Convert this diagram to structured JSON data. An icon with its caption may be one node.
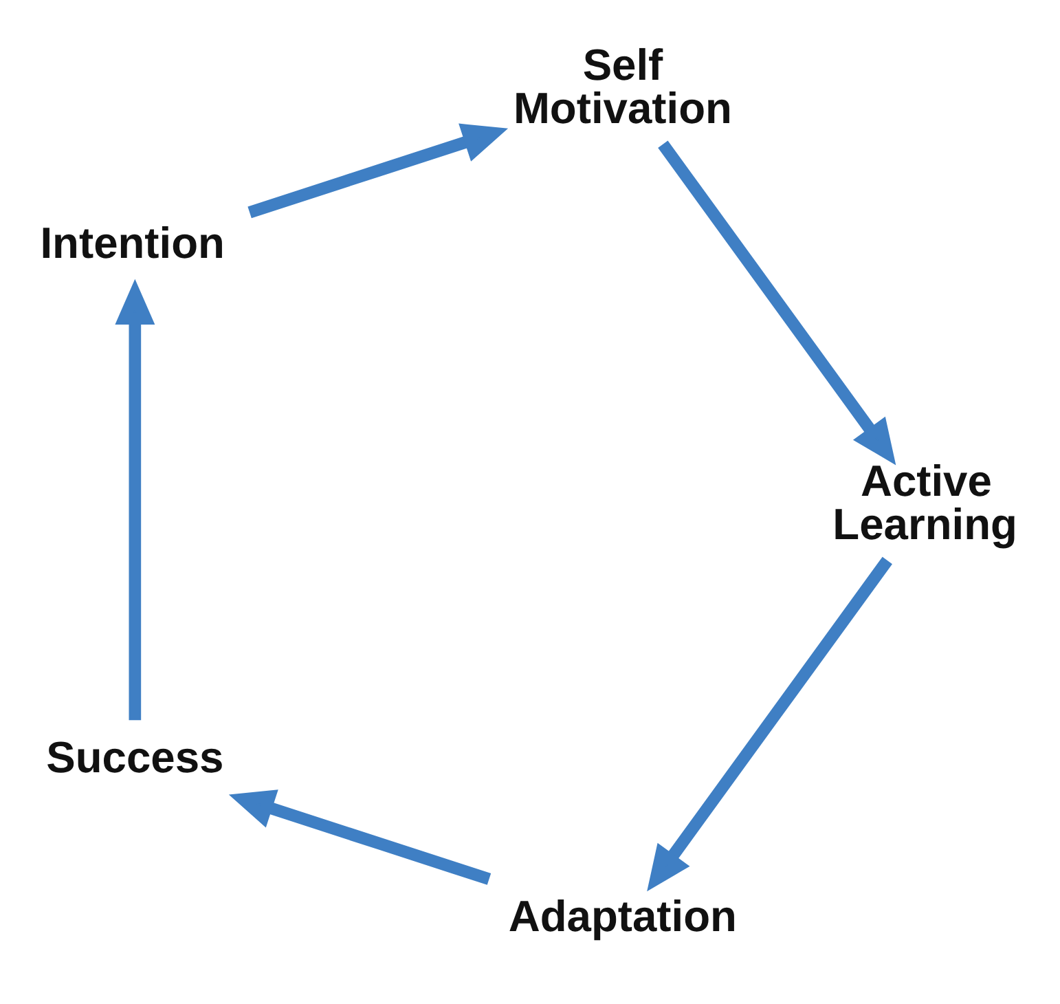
{
  "diagram": {
    "nodes": [
      {
        "text": [
          "Adaptation"
        ]
      },
      {
        "text": [
          "Success"
        ]
      },
      {
        "text": [
          "Intention"
        ]
      },
      {
        "text": [
          "Self Motivation"
        ]
      },
      {
        "text": [
          "Active Learning"
        ]
      }
    ],
    "edges": [
      {
        "from": 0,
        "to": 1,
        "arrow": "to"
      },
      {
        "from": 1,
        "to": 2,
        "arrow": "to"
      },
      {
        "from": 2,
        "to": 3,
        "arrow": "to"
      },
      {
        "from": 3,
        "to": 4,
        "arrow": "to"
      },
      {
        "from": 4,
        "to": 0,
        "arrow": "to"
      }
    ]
  }
}
